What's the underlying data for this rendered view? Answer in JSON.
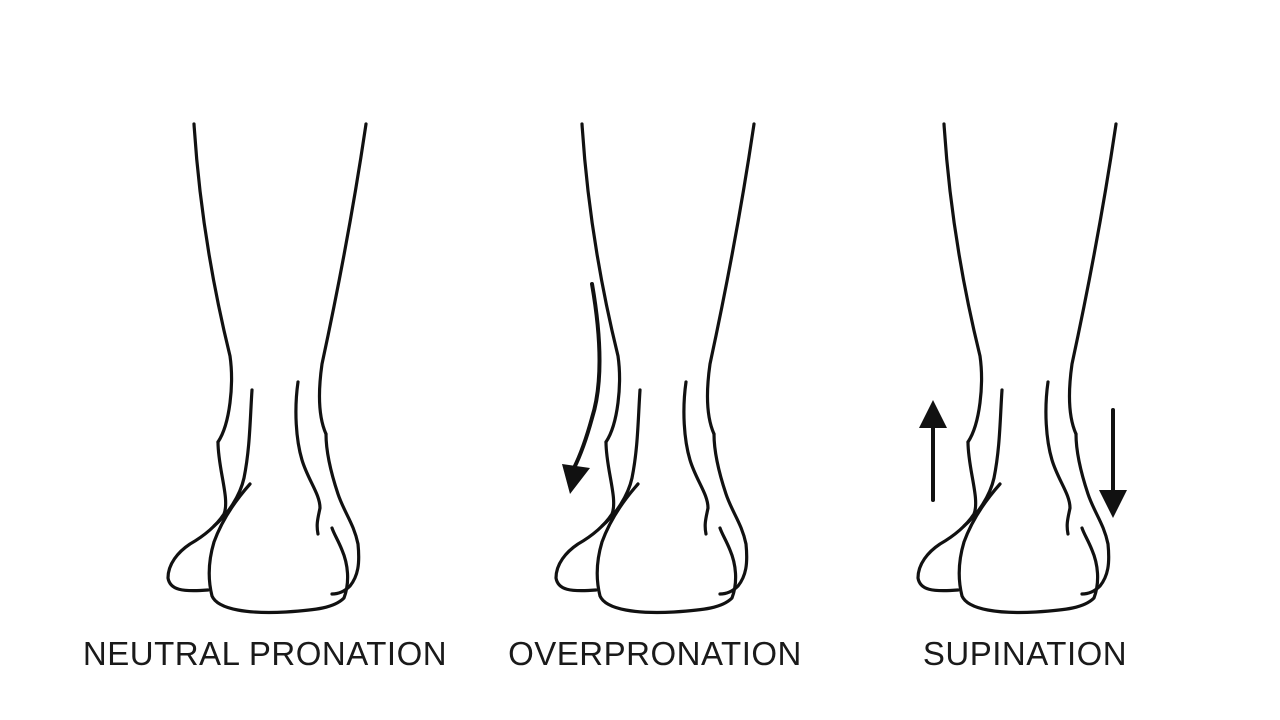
{
  "figures": [
    {
      "id": "neutral",
      "label": "NEUTRAL PRONATION",
      "arrows": []
    },
    {
      "id": "over",
      "label": "OVERPRONATION",
      "arrows": [
        "curved-down-left"
      ]
    },
    {
      "id": "sup",
      "label": "SUPINATION",
      "arrows": [
        "up",
        "down"
      ]
    }
  ],
  "colors": {
    "line": "#111111",
    "background": "#ffffff",
    "text": "#1a1a1a"
  }
}
